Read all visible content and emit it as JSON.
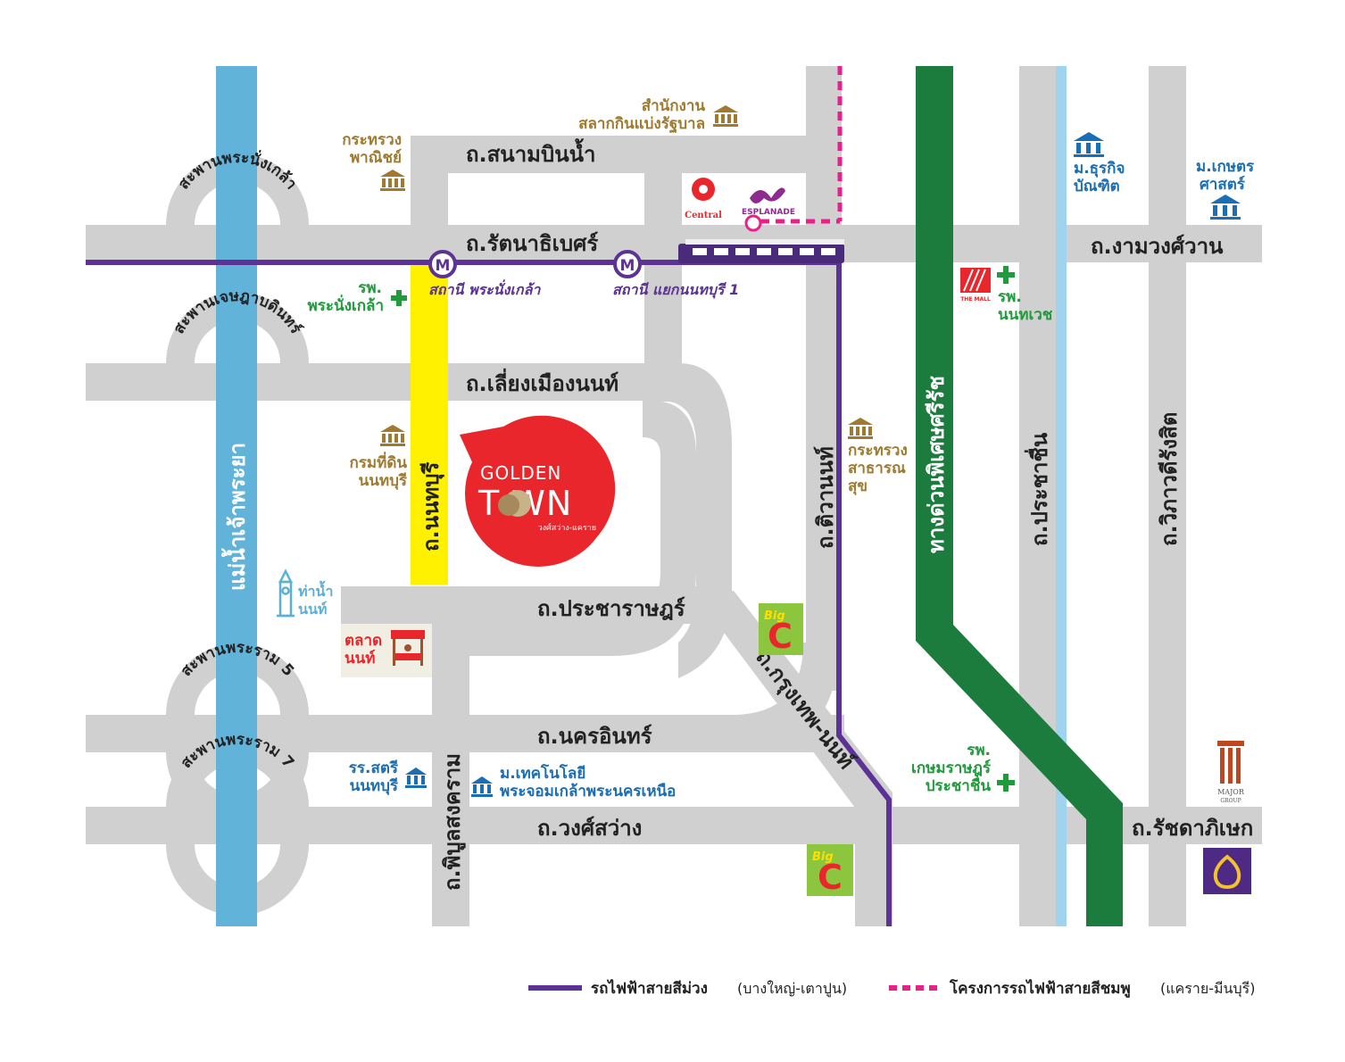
{
  "colors": {
    "road": "#d0d0d0",
    "river": "#62b3da",
    "expressway": "#1b7c3d",
    "purple_line": "#5c3296",
    "pink_line": "#ea1f8c",
    "nonthaburi_road": "#fff100",
    "golden_town": "#e8262b",
    "gold_label": "#a07a2e",
    "blue_label": "#1a6eb4",
    "green_label": "#1f9b3b"
  },
  "roads": {
    "sanam_bin_nam": "ถ.สนามบินน้ำ",
    "rattanathibet": "ถ.รัตนาธิเบศร์",
    "ngamwongwan": "ถ.งามวงศ์วาน",
    "liang_mueang_non": "ถ.เลี่ยงเมืองนนท์",
    "pracharat": "ถ.ประชาราษฎร์",
    "nakhon_in": "ถ.นครอินทร์",
    "wong_sawang": "ถ.วงศ์สว่าง",
    "ratchadaphisek": "ถ.รัชดาภิเษก",
    "nonthaburi": "ถ.นนทบุรี",
    "tiwanon": "ถ.ติวานนท์",
    "prachachuen": "ถ.ประชาชื่น",
    "vibhavadi": "ถ.วิภาวดีรังสิต",
    "phibun_songkhram": "ถ.พิบูลสงคราม",
    "krungthep_non": "ถ.กรุงเทพ-นนท์",
    "expressway": "ทางด่วนพิเศษศรีรัช"
  },
  "river": "แม่น้ำเจ้าพระยา",
  "bridges": {
    "phra_nang_klao": "สะพานพระนั่งเกล้า",
    "jetsada_bodin": "สะพานเจษฎาบดินทร์",
    "rama5": "สะพานพระราม 5",
    "rama7": "สะพานพระราม 7"
  },
  "stations": {
    "metro_symbol": "M",
    "phra_nang_klao": "สถานี พระนั่งเกล้า",
    "khaek_nonthaburi": "สถานี แยกนนทบุรี 1"
  },
  "places": {
    "commerce_ministry": [
      "กระทรวง",
      "พาณิชย์"
    ],
    "lottery_office": [
      "สำนักงาน",
      "สลากกินแบ่งรัฐบาล"
    ],
    "land_office": [
      "กรมที่ดิน",
      "นนทบุรี"
    ],
    "health_ministry": [
      "กระทรวง",
      "สาธารณ",
      "สุข"
    ],
    "dhurakij": [
      "ม.ธุรกิจ",
      "บัณฑิต"
    ],
    "kasetsart": [
      "ม.เกษตร",
      "ศาสตร์"
    ],
    "phra_nang_klao_hospital": [
      "รพ.",
      "พระนั่งเกล้า"
    ],
    "nonthavej_hospital": [
      "รพ.",
      "นนทเวช"
    ],
    "kasemrad_hospital": [
      "รพ.",
      "เกษมราษฎร์",
      "ประชาชื่น"
    ],
    "pier": [
      "ท่าน้ำ",
      "นนท์"
    ],
    "market": [
      "ตลาด",
      "นนท์"
    ],
    "girls_school": [
      "รร.สตรี",
      "นนทบุรี"
    ],
    "kmutnb": [
      "ม.เทคโนโลยี",
      "พระจอมเกล้าพระนครเหนือ"
    ]
  },
  "logos": {
    "central": "Central",
    "esplanade": "ESPLANADE",
    "the_mall": "THE MALL",
    "big_c": [
      "Big",
      "C"
    ],
    "major": [
      "MAJOR",
      "GROUP"
    ]
  },
  "project": {
    "line1": "GOLDEN",
    "line2": "T    WN",
    "sub": "วงศ์สว่าง-แคราย"
  },
  "legend": {
    "purple_title": "รถไฟฟ้าสายสีม่วง",
    "purple_sub": "(บางใหญ่-เตาปูน)",
    "pink_title": "โครงการรถไฟฟ้าสายสีชมพู",
    "pink_sub": "(แคราย-มีนบุรี)"
  }
}
